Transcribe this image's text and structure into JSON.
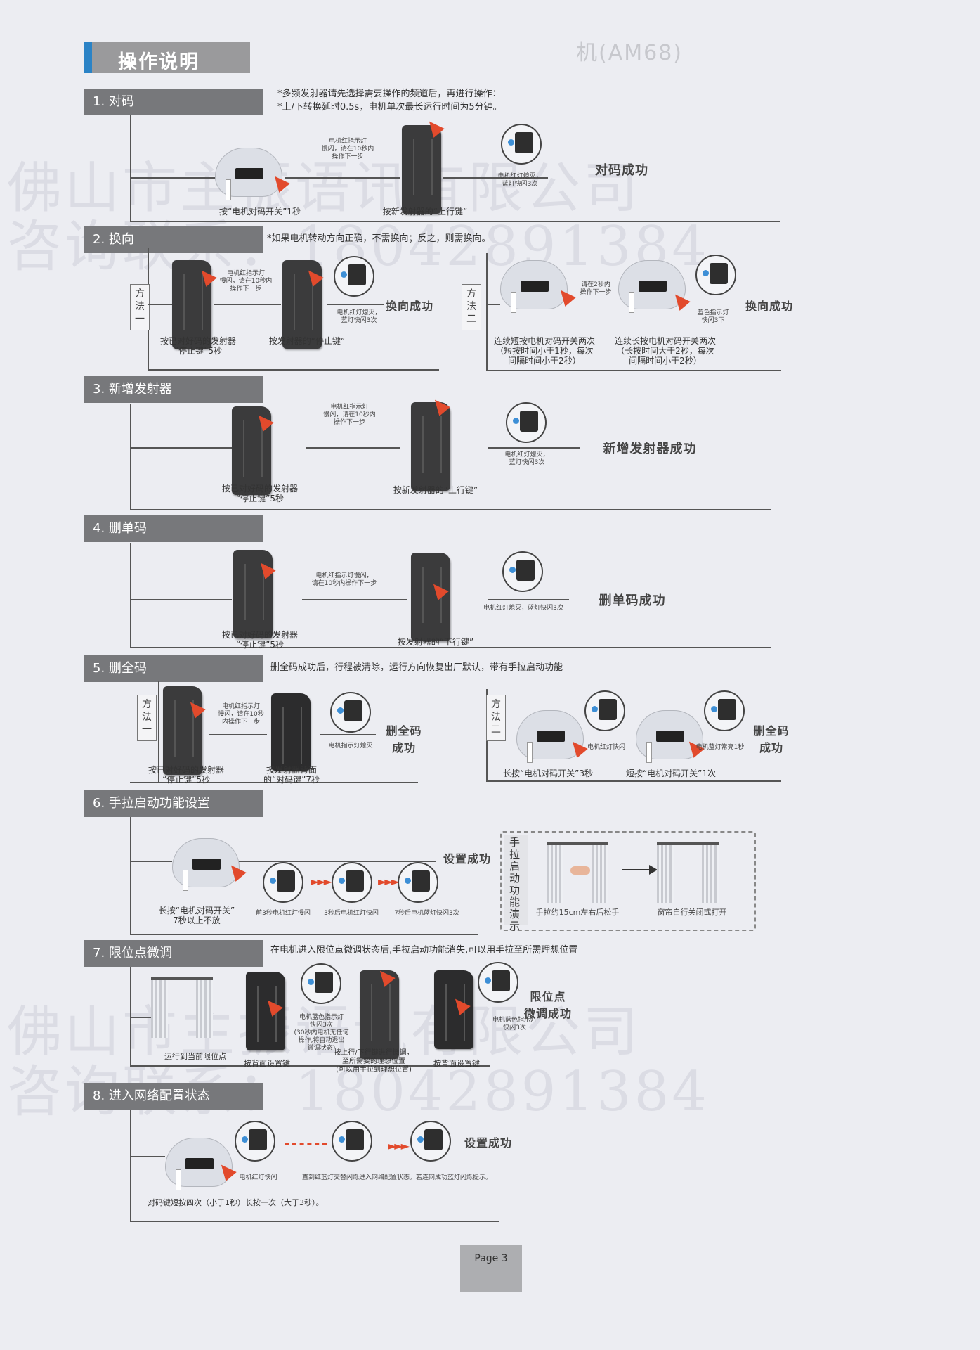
{
  "page_title": "操作说明",
  "header_ghost": "机(AM68)",
  "watermark": {
    "line1": "佛山市主振语讯有限公司",
    "line2": "咨询联系：18042891384"
  },
  "s1": {
    "title": "1. 对码",
    "note1": "*多频发射器请先选择需要操作的频道后，再进行操作：",
    "note2": "*上/下转换延时0.5s，电机单次最长运行时间为5分钟。",
    "mid": "电机红指示灯\n慢闪，请在10秒内\n操作下一步",
    "cap1": "按“电机对码开关”1秒",
    "cap2": "按新发射器的“上行键”",
    "status": "电机红灯熄灭，\n蓝灯快闪3次",
    "ok": "对码成功"
  },
  "s2": {
    "title": "2. 换向",
    "note": "*如果电机转动方向正确，不需换向；反之，则需换向。",
    "m1": "方法一",
    "m2": "方法二",
    "a_mid": "电机红指示灯\n慢闪，请在10秒内\n操作下一步",
    "a_cap1": "按已对好码的发射器\n“停止键”5秒",
    "a_cap2": "按发射器的“停止键”",
    "a_status": "电机红灯熄灭，\n蓝灯快闪3次",
    "a_ok": "换向成功",
    "b_mid": "请在2秒内\n操作下一步",
    "b_cap1": "连续短按电机对码开关两次\n（短按时间小于1秒，每次\n间隔时间小于2秒）",
    "b_cap2": "连续长按电机对码开关两次\n（长按时间大于2秒，每次\n间隔时间小于2秒）",
    "b_status": "蓝色指示灯\n快闪3下",
    "b_ok": "换向成功"
  },
  "s3": {
    "title": "3. 新增发射器",
    "mid": "电机红指示灯\n慢闪，请在10秒内\n操作下一步",
    "cap1": "按已对好码的发射器\n“停止键”5秒",
    "cap2": "按新发射器的“上行键”",
    "status": "电机红灯熄灭，\n蓝灯快闪3次",
    "ok": "新增发射器成功"
  },
  "s4": {
    "title": "4. 删单码",
    "mid": "电机红指示灯慢闪，\n请在10秒内操作下一步",
    "cap1": "按已对好码的发射器\n“停止键”5秒",
    "cap2": "按发射器的“下行键”",
    "status": "电机红灯熄灭，蓝灯快闪3次",
    "ok": "删单码成功"
  },
  "s5": {
    "title": "5. 删全码",
    "note": "删全码成功后，行程被清除，运行方向恢复出厂默认，带有手拉启动功能",
    "m1": "方法一",
    "m2": "方法二",
    "a_mid": "电机红指示灯\n慢闪，请在10秒\n内操作下一步",
    "a_cap1": "按已对好码的发射器\n“停止键”5秒",
    "a_cap2": "按发射器背面\n的“对码键”7秒",
    "a_status": "电机指示灯熄灭",
    "a_ok": "删全码\n成功",
    "b_s1": "电机红灯快闪",
    "b_s2": "电机蓝灯常亮1秒",
    "b_cap1": "长按“电机对码开关”3秒",
    "b_cap2": "短按“电机对码开关”1次",
    "b_ok": "删全码\n成功"
  },
  "s6": {
    "title": "6. 手拉启动功能设置",
    "cap": "长按“电机对码开关”\n7秒以上不放",
    "st1": "前3秒电机红灯慢闪",
    "st2": "3秒后电机红灯快闪",
    "st3": "7秒后电机蓝灯快闪3次",
    "ok": "设置成功",
    "box_label": "手拉启动功能演示",
    "box_cap1": "手拉约15cm左右后松手",
    "box_cap2": "窗帘自行关闭或打开"
  },
  "s7": {
    "title": "7. 限位点微调",
    "note": "在电机进入限位点微调状态后,手拉启动功能消失,可以用手拉至所需理想位置",
    "cap1": "运行到当前限位点",
    "cap2": "按背面设置键",
    "cap3": "按上行/下行键进行微调，\n至所需要的理想位置\n(可以用手拉到理想位置)",
    "cap4": "按背面设置键",
    "st1": "电机蓝色指示灯\n快闪3次\n(30秒内电机无任何\n操作,将自动退出\n微调状态)",
    "st2": "电机蓝色指示灯\n快闪3次",
    "ok": "限位点\n微调成功"
  },
  "s8": {
    "title": "8. 进入网络配置状态",
    "st1": "电机红灯快闪",
    "st2": "直到红蓝灯交替闪烁进入网络配置状态。若连网成功蓝灯闪烁提示。",
    "cap": "对码键短按四次（小于1秒）长按一次（大于3秒）。",
    "ok": "设置成功"
  },
  "footer": {
    "page": "Page 3"
  }
}
